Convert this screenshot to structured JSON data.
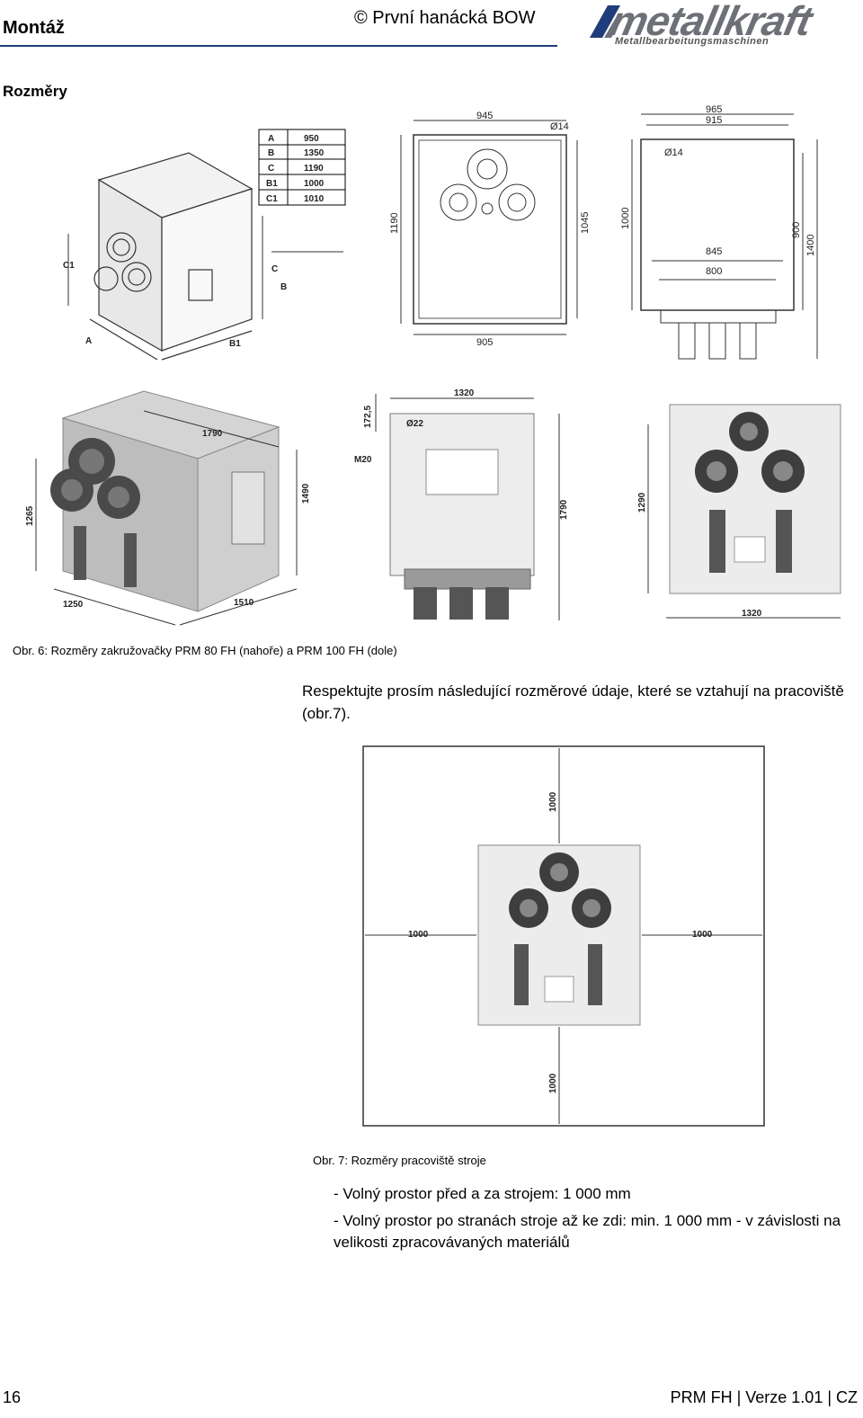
{
  "header": {
    "title": "Montáž",
    "copyright": "© První hanácká BOW",
    "logo_word": "metallkraft",
    "logo_sub": "Metallbearbeitungsmaschinen"
  },
  "section_title": "Rozměry",
  "table": {
    "rows": [
      {
        "key": "A",
        "val": "950"
      },
      {
        "key": "B",
        "val": "1350"
      },
      {
        "key": "C",
        "val": "1190"
      },
      {
        "key": "B1",
        "val": "1000"
      },
      {
        "key": "C1",
        "val": "1010"
      }
    ]
  },
  "iso_labels": {
    "a": "A",
    "b": "B",
    "c": "C",
    "b1": "B1",
    "c1": "C1"
  },
  "top_front": {
    "w_top": "945",
    "w_bot": "905",
    "h_outer": "1190",
    "h_inner": "1045",
    "hole": "Ø14"
  },
  "top_side": {
    "w1": "965",
    "w2": "915",
    "hole": "Ø14",
    "h1": "1000",
    "h2": "900",
    "h3": "1400",
    "w3": "845",
    "w4": "800"
  },
  "bottom_iso": {
    "d1": "1790",
    "d2": "1490",
    "d3": "1265",
    "d4": "1250",
    "d5": "1510"
  },
  "bottom_side": {
    "w": "1320",
    "h1": "172,5",
    "hole": "Ø22",
    "thread": "M20",
    "h": "1790"
  },
  "bottom_front": {
    "h": "1290",
    "w": "1320"
  },
  "fig6_caption": "Obr. 6: Rozměry zakružovačky PRM 80 FH (nahoře) a PRM 100 FH (dole)",
  "paragraph": "Respektujte prosím následující rozměrové údaje, které se vztahují na pracoviště (obr.7).",
  "workspace": {
    "top": "1000",
    "left": "1000",
    "right": "1000",
    "bottom": "1000"
  },
  "fig7_caption": "Obr. 7: Rozměry pracoviště stroje",
  "bullets": [
    "- Volný prostor před a za strojem: 1 000 mm",
    "- Volný prostor po stranách stroje až ke zdi: min. 1 000 mm - v závislosti na velikosti zpracovávaných materiálů"
  ],
  "footer": {
    "page": "16",
    "version": "PRM FH | Verze 1.01 | CZ"
  }
}
